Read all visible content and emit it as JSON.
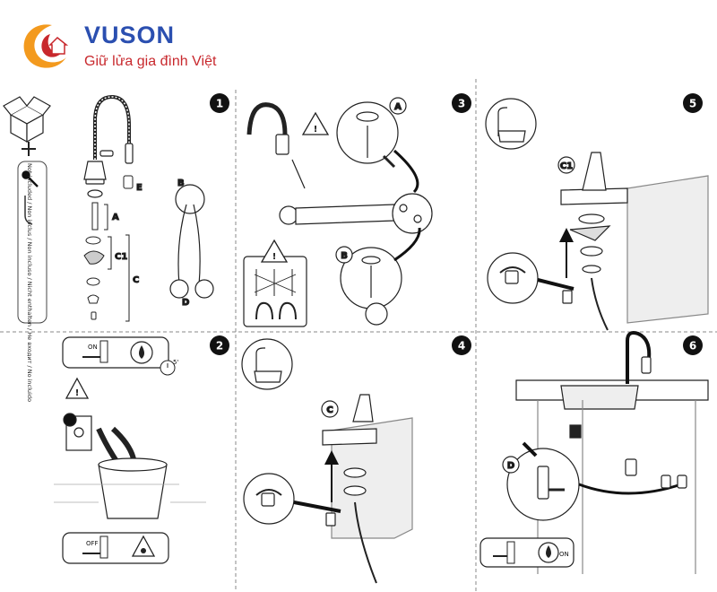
{
  "brand": {
    "name": "VUSON",
    "tagline": "Giữ lửa gia đình Việt",
    "colors": {
      "blue": "#2b4fb0",
      "red": "#c8282d",
      "orange": "#f39a1e"
    }
  },
  "steps": [
    {
      "number": "1"
    },
    {
      "number": "2"
    },
    {
      "number": "3"
    },
    {
      "number": "4"
    },
    {
      "number": "5"
    },
    {
      "number": "6"
    }
  ],
  "labels": {
    "e": "E",
    "a": "A",
    "c1": "C1",
    "c": "C",
    "b": "B",
    "d": "D",
    "a_circle": "A",
    "b_circle": "B",
    "c_step4": "C",
    "c1_step5": "C1",
    "d_step6": "D"
  },
  "switch_texts": {
    "on_step2": "ON",
    "off_step2": "OFF",
    "on_step6": "ON",
    "timer": "5'"
  },
  "not_included_text": "Not included / Non inclus / Non incluso / Nicht enthalten / Не входит / No incluido",
  "icons": [
    "box-icon",
    "plus-icon",
    "wrench-icon",
    "warning-icon",
    "water-drop-icon",
    "timer-icon"
  ]
}
